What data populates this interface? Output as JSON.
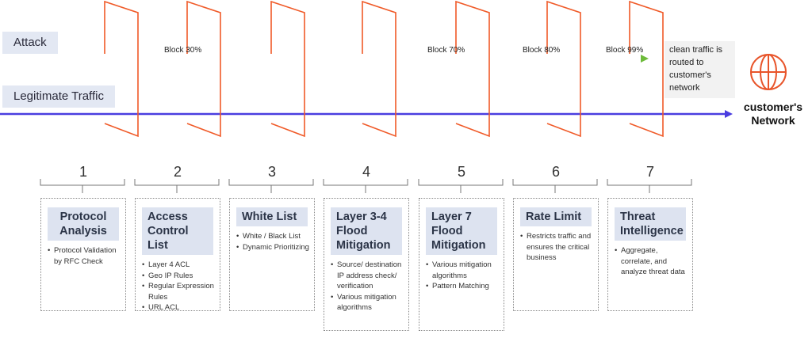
{
  "lanes": {
    "attack_label": "Attack",
    "legit_label": "Legitimate Traffic"
  },
  "block_labels": [
    "Block 30%",
    "Block 70%",
    "Block 80%",
    "Block 99%"
  ],
  "clean_note": "clean traffic is routed to customer's network",
  "network": {
    "title_line1": "customer's",
    "title_line2": "Network",
    "icon": "globe-icon"
  },
  "colors": {
    "attack_start": "#c0392b",
    "attack_mid": "#e67e22",
    "attack_end": "#7bc043",
    "legit_line": "#4a3de0",
    "filter_wall": "#f05a28",
    "label_bg": "#e3e8f3",
    "card_title_bg": "#dde3f0"
  },
  "stages": [
    {
      "num": "1",
      "title": "Protocol Analysis",
      "items": [
        "Protocol Validation by RFC Check"
      ]
    },
    {
      "num": "2",
      "title": "Access Control List",
      "items": [
        "Layer 4 ACL",
        "Geo IP Rules",
        "Regular Expression Rules",
        "URL ACL"
      ]
    },
    {
      "num": "3",
      "title": "White List",
      "items": [
        "White / Black List",
        "Dynamic Prioritizing"
      ]
    },
    {
      "num": "4",
      "title": "Layer 3-4 Flood Mitigation",
      "items": [
        "Source/ destination IP address check/ verification",
        "Various mitigation algorithms"
      ]
    },
    {
      "num": "5",
      "title": "Layer 7 Flood Mitigation",
      "items": [
        "Various mitigation algorithms",
        "Pattern Matching"
      ]
    },
    {
      "num": "6",
      "title": "Rate Limit",
      "items": [
        "Restricts traffic and ensures the critical business"
      ]
    },
    {
      "num": "7",
      "title": "Threat Intelligence",
      "items": [
        "Aggregate, correlate, and analyze threat data"
      ]
    }
  ]
}
